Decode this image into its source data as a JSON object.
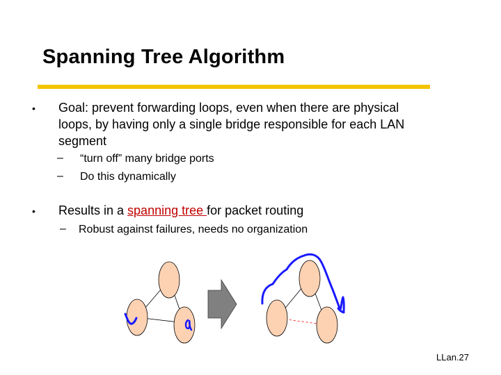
{
  "slide": {
    "title": "Spanning Tree Algorithm",
    "bullets": [
      {
        "text": "Goal:  prevent forwarding loops, even when there are physical loops,  by having only a single bridge responsible for each LAN segment",
        "lines": [
          "Goal:  prevent forwarding loops, even when there are physical",
          "loops,  by having only a single bridge responsible for each LAN",
          "segment"
        ],
        "subbullets": [
          "“turn off” many bridge ports",
          "Do this dynamically"
        ]
      },
      {
        "text_before": "Results in a ",
        "highlight": "spanning tree ",
        "text_after": "for packet routing",
        "subbullets": [
          "Robust against failures, needs no organization"
        ]
      }
    ],
    "bullet_symbol": "•",
    "dash_symbol": "–",
    "footer": "LLan.27"
  },
  "colors": {
    "title_rule": "#f2c500",
    "node_fill": "#fdd2b3",
    "highlight_text": "#c00000",
    "arrow_fill": "#808080",
    "ink": "#1a1aff",
    "removed_link": "#ff0000"
  },
  "diagram": {
    "before_graph": {
      "nodes": 3,
      "links": 3
    },
    "transform_arrow": "arrow-right",
    "after_graph": {
      "nodes": 3,
      "active_links": 2,
      "disabled_links": 1
    }
  }
}
